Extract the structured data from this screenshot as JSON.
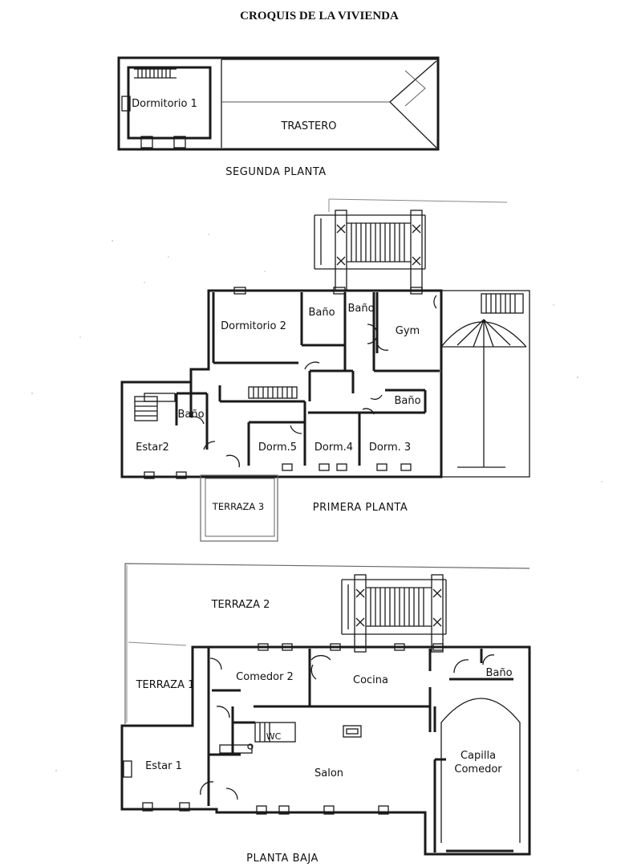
{
  "title": "CROQUIS DE LA VIVIENDA",
  "floors": [
    {
      "name": "SEGUNDA PLANTA",
      "rooms": [
        "Dormitorio 1",
        "TRASTERO"
      ]
    },
    {
      "name": "PRIMERA PLANTA",
      "rooms": [
        "Dormitorio 2",
        "Baño",
        "Baño",
        "Gym",
        "Baño",
        "Baño",
        "Estar2",
        "Dorm.5",
        "Dorm.4",
        "Dorm. 3",
        "TERRAZA 3"
      ]
    },
    {
      "name": "PLANTA BAJA",
      "rooms": [
        "TERRAZA 2",
        "TERRAZA 1",
        "Comedor 2",
        "Cocina",
        "Baño",
        "WC",
        "Estar 1",
        "Salon",
        "Capilla",
        "Comedor"
      ]
    }
  ]
}
